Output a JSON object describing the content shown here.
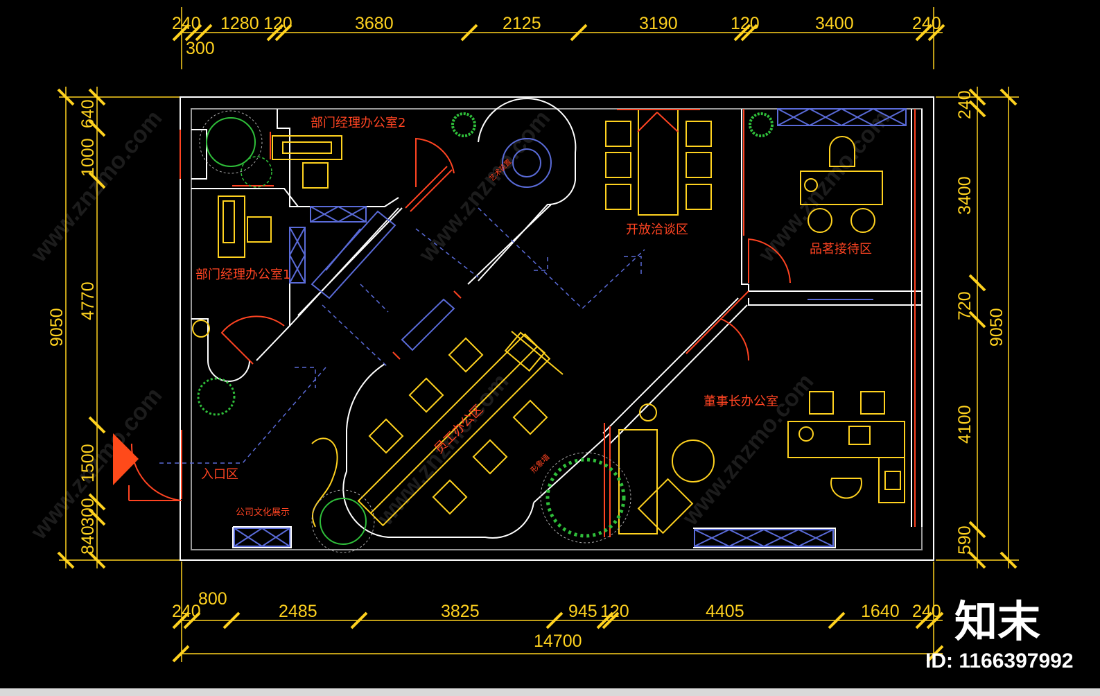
{
  "dimensions": {
    "top": [
      "240",
      "1280",
      "120",
      "3680",
      "2125",
      "3190",
      "120",
      "3400",
      "240"
    ],
    "top_sub": "300",
    "bottom": [
      "240",
      "800",
      "2485",
      "3825",
      "945",
      "120",
      "4405",
      "1640",
      "240"
    ],
    "bottom_total": "14700",
    "left": [
      "640",
      "1000",
      "4770",
      "1500",
      "300",
      "840"
    ],
    "left_total": "9050",
    "right": [
      "240",
      "3400",
      "720",
      "4100",
      "590"
    ],
    "right_total": "9050"
  },
  "rooms": {
    "manager_office_2": "部门经理办公室2",
    "manager_office_1": "部门经理办公室1",
    "open_discussion": "开放洽谈区",
    "tea_reception": "品茗接待区",
    "chairman_office": "董事长办公室",
    "staff_office": "员工办公区",
    "entrance": "入口区",
    "culture_display": "公司文化展示",
    "art_installation": "艺术装置",
    "feature_wall": "形象墙"
  },
  "watermark": {
    "site": "www.znzmo.com",
    "logo": "知末",
    "id": "ID: 1166397992"
  }
}
